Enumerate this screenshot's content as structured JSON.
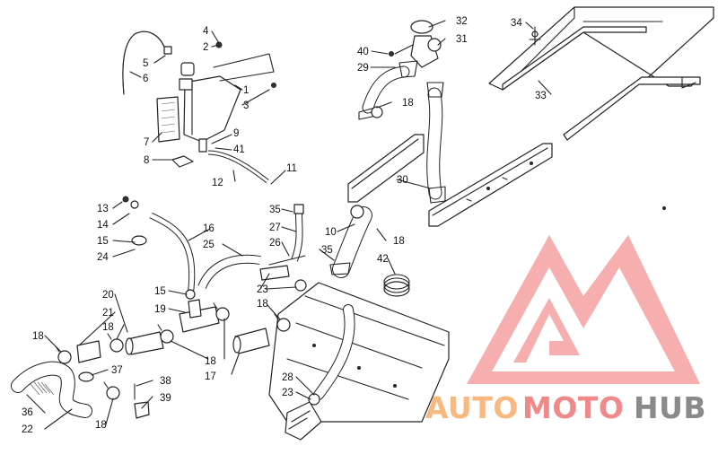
{
  "watermark": {
    "word1": "AUTO",
    "word2": "MOTO",
    "word3": "HUB"
  },
  "callouts": [
    {
      "id": "c-4",
      "text": "4"
    },
    {
      "id": "c-2",
      "text": "2"
    },
    {
      "id": "c-5",
      "text": "5"
    },
    {
      "id": "c-6",
      "text": "6"
    },
    {
      "id": "c-1",
      "text": "1"
    },
    {
      "id": "c-3",
      "text": "3"
    },
    {
      "id": "c-7",
      "text": "7"
    },
    {
      "id": "c-9",
      "text": "9"
    },
    {
      "id": "c-41",
      "text": "41"
    },
    {
      "id": "c-8",
      "text": "8"
    },
    {
      "id": "c-11",
      "text": "11"
    },
    {
      "id": "c-12",
      "text": "12"
    },
    {
      "id": "c-32",
      "text": "32"
    },
    {
      "id": "c-31",
      "text": "31"
    },
    {
      "id": "c-40",
      "text": "40"
    },
    {
      "id": "c-29",
      "text": "29"
    },
    {
      "id": "c-18a",
      "text": "18"
    },
    {
      "id": "c-34",
      "text": "34"
    },
    {
      "id": "c-33",
      "text": "33"
    },
    {
      "id": "c-30",
      "text": "30"
    },
    {
      "id": "c-13",
      "text": "13"
    },
    {
      "id": "c-14",
      "text": "14"
    },
    {
      "id": "c-15a",
      "text": "15"
    },
    {
      "id": "c-24",
      "text": "24"
    },
    {
      "id": "c-16",
      "text": "16"
    },
    {
      "id": "c-25",
      "text": "25"
    },
    {
      "id": "c-35a",
      "text": "35"
    },
    {
      "id": "c-27",
      "text": "27"
    },
    {
      "id": "c-26",
      "text": "26"
    },
    {
      "id": "c-35b",
      "text": "35"
    },
    {
      "id": "c-10",
      "text": "10"
    },
    {
      "id": "c-18b",
      "text": "18"
    },
    {
      "id": "c-42",
      "text": "42"
    },
    {
      "id": "c-15b",
      "text": "15"
    },
    {
      "id": "c-23a",
      "text": "23"
    },
    {
      "id": "c-20",
      "text": "20"
    },
    {
      "id": "c-21",
      "text": "21"
    },
    {
      "id": "c-19",
      "text": "19"
    },
    {
      "id": "c-18c",
      "text": "18"
    },
    {
      "id": "c-18d",
      "text": "18"
    },
    {
      "id": "c-18e",
      "text": "18"
    },
    {
      "id": "c-18f",
      "text": "18"
    },
    {
      "id": "c-17",
      "text": "17"
    },
    {
      "id": "c-37",
      "text": "37"
    },
    {
      "id": "c-36",
      "text": "36"
    },
    {
      "id": "c-22",
      "text": "22"
    },
    {
      "id": "c-38",
      "text": "38"
    },
    {
      "id": "c-39",
      "text": "39"
    },
    {
      "id": "c-18g",
      "text": "18"
    },
    {
      "id": "c-28",
      "text": "28"
    },
    {
      "id": "c-23b",
      "text": "23"
    }
  ]
}
